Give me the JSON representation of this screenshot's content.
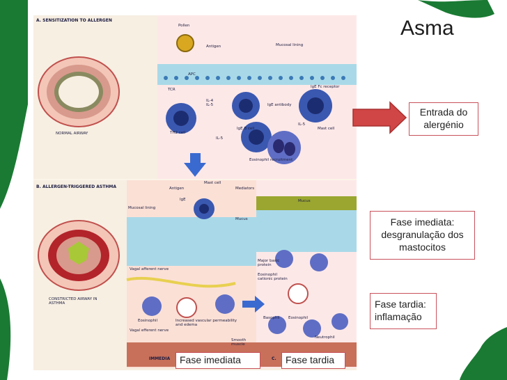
{
  "slide": {
    "title": "Asma",
    "callouts": {
      "entrada": [
        "Entrada do",
        "alergénio"
      ],
      "imediata": [
        "Fase imediata:",
        "desgranulação dos",
        "mastocitos"
      ],
      "tardia": [
        "Fase tardia:",
        "inflamação"
      ]
    },
    "bottom_labels": {
      "imediata": "Fase imediata",
      "tardia": "Fase tardia"
    },
    "colors": {
      "background": "#1a7a33",
      "arrow": "#d04545",
      "box_border": "#c8505a"
    }
  },
  "figure": {
    "panel_a": {
      "heading": "A. SENSITIZATION TO ALLERGEN",
      "normal_airway": "NORMAL AIRWAY",
      "pollen": "Pollen",
      "antigen": "Antigen",
      "mucosal_lining": "Mucosal lining",
      "apc": "APC",
      "tcr": "TCR",
      "il4_il5": "IL-4\nIL-5",
      "th2": "TH2 cell",
      "ige_b": "IgE B cell",
      "ige_antibody": "IgE antibody",
      "ige_fc": "IgE Fc receptor",
      "il5": "IL-5",
      "il5b": "IL-5",
      "mast_cell": "Mast cell",
      "eos_recruit": "Eosinophil recruitment"
    },
    "panel_b": {
      "heading": "B. ALLERGEN-TRIGGERED ASTHMA",
      "antigen": "Antigen",
      "mast_cell": "Mast cell",
      "mediators": "Mediators",
      "ige": "IgE",
      "mucosal_lining": "Mucosal lining",
      "mucus": "Mucus",
      "vagal_aff": "Vagal afferent nerve",
      "vagal_eff": "Vagal efferent nerve",
      "eosinophil": "Eosinophil",
      "vascular": "Increased vascular permeability and edema",
      "smooth": "Smooth muscle",
      "constricted": "CONSTRICTED AIRWAY IN ASTHMA",
      "immediate": "IMMEDIA"
    },
    "panel_c": {
      "heading": "C.",
      "mucus": "Mucus",
      "mbp": "Major basic protein",
      "ecp": "Eosinophil cationic protein",
      "basophil": "Basophil",
      "eosinophil": "Eosinophil",
      "neutrophil": "Neutrophil"
    }
  }
}
